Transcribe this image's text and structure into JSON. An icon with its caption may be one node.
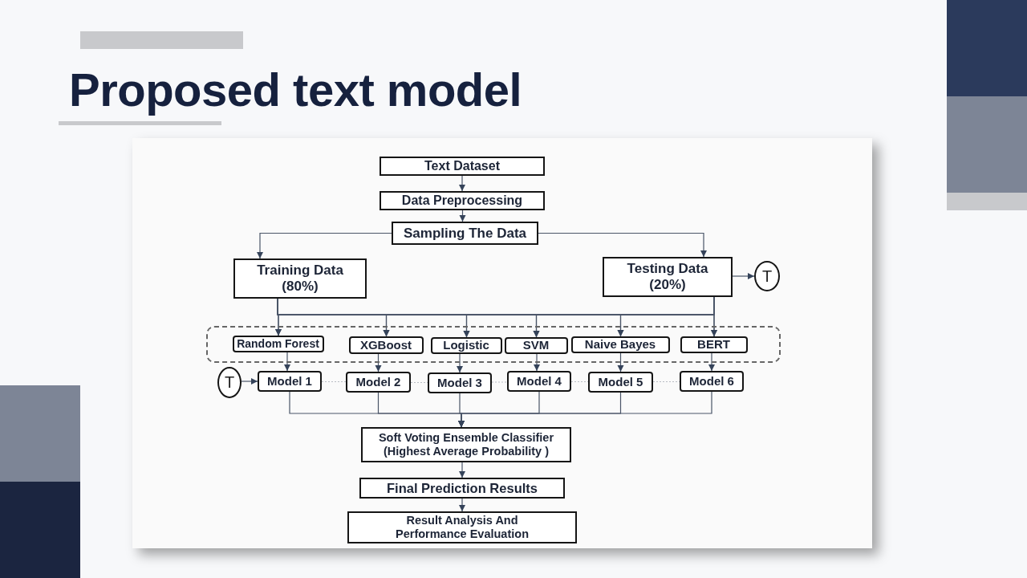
{
  "diagram": {
    "title": "Proposed text model",
    "nodes": [
      {
        "text": [
          "Text Dataset"
        ]
      },
      {
        "text": [
          "Data Preprocessing"
        ]
      },
      {
        "text": [
          "Sampling The Data"
        ]
      },
      {
        "text": [
          "Training Data (80%)"
        ]
      },
      {
        "text": [
          "Testing Data (20%)"
        ]
      },
      {
        "text": [
          "T"
        ]
      },
      {
        "text": [],
        "shape": "box"
      },
      {
        "text": [
          "Random Forest"
        ],
        "in": 6
      },
      {
        "text": [
          "XGBoost"
        ],
        "in": 6
      },
      {
        "text": [
          "Logistic"
        ],
        "in": 6
      },
      {
        "text": [
          "SVM"
        ],
        "in": 6
      },
      {
        "text": [
          "Naive Bayes"
        ],
        "in": 6
      },
      {
        "text": [
          "BERT"
        ],
        "in": 6
      },
      {
        "text": [
          "T"
        ]
      },
      {
        "text": [
          "Model 1"
        ]
      },
      {
        "text": [
          "Model 2"
        ]
      },
      {
        "text": [
          "Model 3"
        ]
      },
      {
        "text": [
          "Model 4"
        ]
      },
      {
        "text": [
          "Model 5"
        ]
      },
      {
        "text": [
          "Model 6"
        ]
      },
      {
        "text": [
          "Soft Voting Ensemble Classifier (Highest Average Probability )"
        ]
      },
      {
        "text": [
          "Final Prediction Results"
        ]
      },
      {
        "text": [
          "Result Analysis And Performance Evaluation"
        ]
      }
    ],
    "edges": [
      {
        "from": 0,
        "to": 1,
        "arrow": "to"
      },
      {
        "from": 1,
        "to": 2,
        "arrow": "to"
      },
      {
        "from": 2,
        "to": 3,
        "arrow": "to"
      },
      {
        "from": 2,
        "to": 4,
        "arrow": "to"
      },
      {
        "from": 4,
        "to": 5,
        "arrow": "to"
      },
      {
        "from": 3,
        "to": 7,
        "arrow": "to"
      },
      {
        "from": 3,
        "to": 8,
        "arrow": "to"
      },
      {
        "from": 3,
        "to": 9,
        "arrow": "to"
      },
      {
        "from": 3,
        "to": 10,
        "arrow": "to"
      },
      {
        "from": 3,
        "to": 11,
        "arrow": "to"
      },
      {
        "from": 3,
        "to": 12,
        "arrow": "to"
      },
      {
        "from": 4,
        "to": 7,
        "arrow": "to"
      },
      {
        "from": 4,
        "to": 8,
        "arrow": "to"
      },
      {
        "from": 4,
        "to": 9,
        "arrow": "to"
      },
      {
        "from": 4,
        "to": 10,
        "arrow": "to"
      },
      {
        "from": 4,
        "to": 11,
        "arrow": "to"
      },
      {
        "from": 4,
        "to": 12,
        "arrow": "to"
      },
      {
        "from": 7,
        "to": 14,
        "arrow": "to"
      },
      {
        "from": 8,
        "to": 15,
        "arrow": "to"
      },
      {
        "from": 9,
        "to": 16,
        "arrow": "to"
      },
      {
        "from": 10,
        "to": 17,
        "arrow": "to"
      },
      {
        "from": 11,
        "to": 18,
        "arrow": "to"
      },
      {
        "from": 12,
        "to": 19,
        "arrow": "to"
      },
      {
        "from": 13,
        "to": 14,
        "arrow": "to"
      },
      {
        "from": 14,
        "to": 15,
        "arrow": "none",
        "style": "dashed",
        "color": "#b8bcc4"
      },
      {
        "from": 15,
        "to": 16,
        "arrow": "none",
        "style": "dashed",
        "color": "#b8bcc4"
      },
      {
        "from": 16,
        "to": 17,
        "arrow": "none",
        "style": "dashed",
        "color": "#b8bcc4"
      },
      {
        "from": 17,
        "to": 18,
        "arrow": "none",
        "style": "dashed",
        "color": "#b8bcc4"
      },
      {
        "from": 18,
        "to": 19,
        "arrow": "none",
        "style": "dashed",
        "color": "#b8bcc4"
      },
      {
        "from": 14,
        "to": 20,
        "arrow": "to"
      },
      {
        "from": 15,
        "to": 20,
        "arrow": "to"
      },
      {
        "from": 16,
        "to": 20,
        "arrow": "to"
      },
      {
        "from": 17,
        "to": 20,
        "arrow": "to"
      },
      {
        "from": 18,
        "to": 20,
        "arrow": "to"
      },
      {
        "from": 19,
        "to": 20,
        "arrow": "to"
      },
      {
        "from": 20,
        "to": 21,
        "arrow": "to"
      },
      {
        "from": 21,
        "to": 22,
        "arrow": "to"
      }
    ]
  }
}
